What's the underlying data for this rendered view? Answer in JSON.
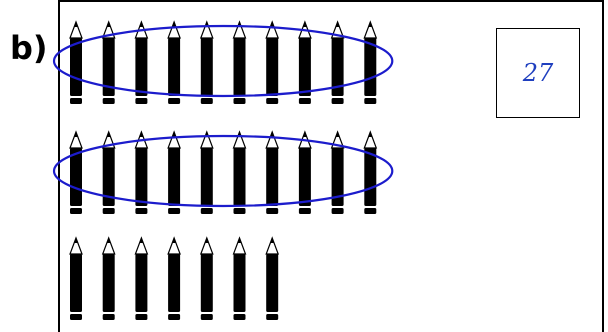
{
  "label": "b)",
  "answer": "27",
  "colors": {
    "ring": "#1c1ccc",
    "answer_text": "#1f3fbf",
    "pencil": "#000000"
  },
  "content": {
    "pencil_rows": [
      10,
      10,
      7
    ],
    "circled_rows": [
      1,
      2
    ]
  }
}
